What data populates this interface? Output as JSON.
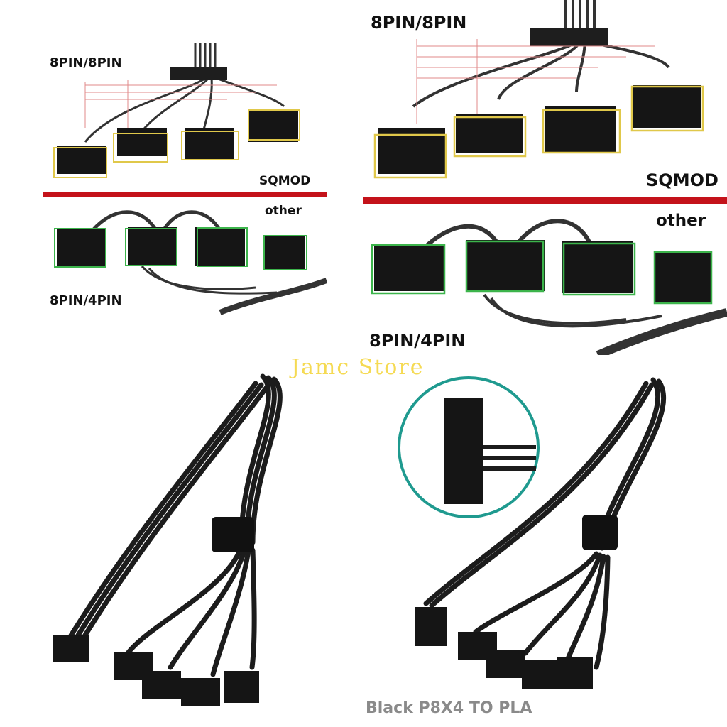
{
  "labels": {
    "top_left_title": "8PIN/8PIN",
    "top_left_brand": "SQMOD",
    "top_left_other": "other",
    "top_left_bottom": "8PIN/4PIN",
    "top_right_title": "8PIN/8PIN",
    "top_right_brand": "SQMOD",
    "top_right_other": "other",
    "top_right_bottom": "8PIN/4PIN"
  },
  "watermark": "Jamc Store",
  "caption": "Black P8X4 TO PLA",
  "colors": {
    "divider": "#c4121a",
    "highlight_sqmod": "#e0c84a",
    "highlight_other": "#3cb44b",
    "cable": "#1c1c1c",
    "inset_ring": "#1f9a8f"
  }
}
